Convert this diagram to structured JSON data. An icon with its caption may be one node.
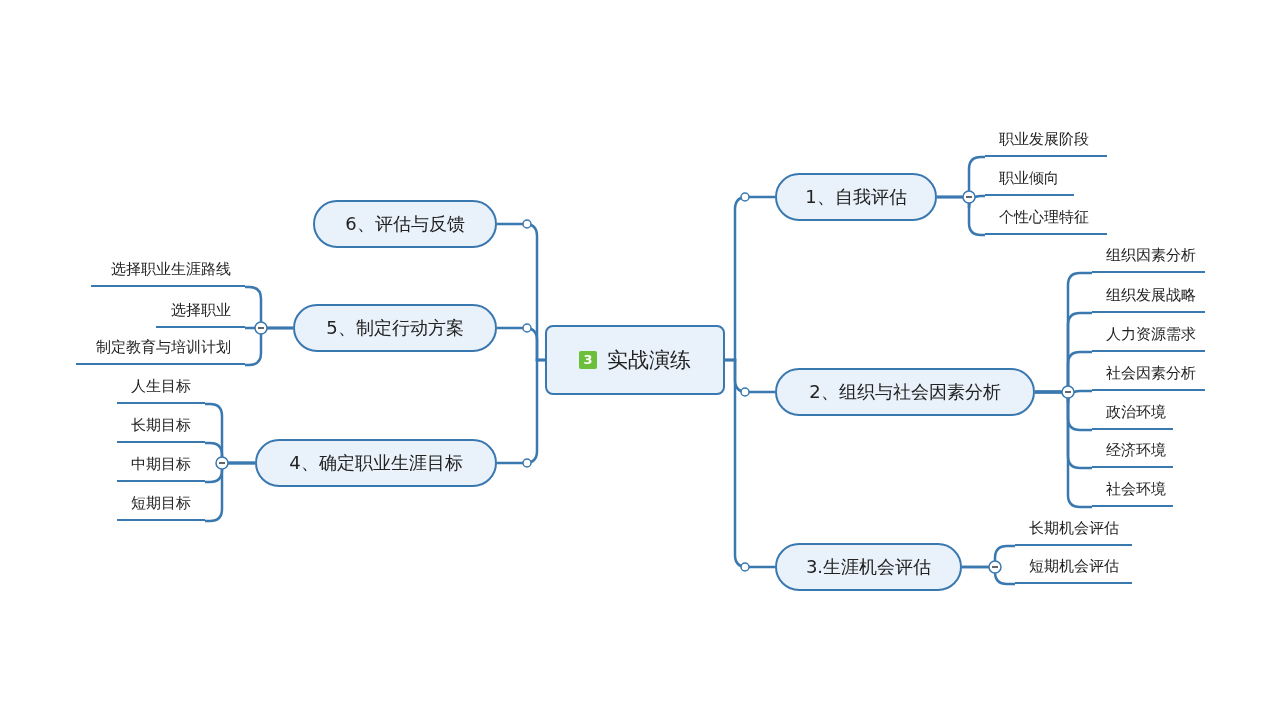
{
  "diagram": {
    "nodes": [
      {
        "text": [
          "3",
          "实战演练"
        ]
      },
      {
        "text": [
          "1、自我评估"
        ]
      },
      {
        "text": [
          "2、组织与社会因素分析"
        ]
      },
      {
        "text": [
          "3.生涯机会评估"
        ]
      },
      {
        "text": [
          "4、确定职业生涯目标"
        ]
      },
      {
        "text": [
          "5、制定行动方案"
        ]
      },
      {
        "text": [
          "6、评估与反馈"
        ]
      },
      {
        "text": [
          "职业发展阶段"
        ]
      },
      {
        "text": [
          "职业倾向"
        ]
      },
      {
        "text": [
          "个性心理特征"
        ]
      },
      {
        "text": [
          "组织因素分析"
        ]
      },
      {
        "text": [
          "组织发展战略"
        ]
      },
      {
        "text": [
          "人力资源需求"
        ]
      },
      {
        "text": [
          "社会因素分析"
        ]
      },
      {
        "text": [
          "政治环境"
        ]
      },
      {
        "text": [
          "经济环境"
        ]
      },
      {
        "text": [
          "社会环境"
        ]
      },
      {
        "text": [
          "长期机会评估"
        ]
      },
      {
        "text": [
          "短期机会评估"
        ]
      },
      {
        "text": [
          "人生目标"
        ]
      },
      {
        "text": [
          "长期目标"
        ]
      },
      {
        "text": [
          "中期目标"
        ]
      },
      {
        "text": [
          "短期目标"
        ]
      },
      {
        "text": [
          "选择职业生涯路线"
        ]
      },
      {
        "text": [
          "选择职业"
        ]
      },
      {
        "text": [
          "制定教育与培训计划"
        ]
      }
    ],
    "edges": [
      {
        "from": 0,
        "to": 1,
        "arrow": "none"
      },
      {
        "from": 0,
        "to": 2,
        "arrow": "none"
      },
      {
        "from": 0,
        "to": 3,
        "arrow": "none"
      },
      {
        "from": 0,
        "to": 4,
        "arrow": "none"
      },
      {
        "from": 0,
        "to": 5,
        "arrow": "none"
      },
      {
        "from": 0,
        "to": 6,
        "arrow": "none"
      },
      {
        "from": 1,
        "to": 7,
        "arrow": "none"
      },
      {
        "from": 1,
        "to": 8,
        "arrow": "none"
      },
      {
        "from": 1,
        "to": 9,
        "arrow": "none"
      },
      {
        "from": 2,
        "to": 10,
        "arrow": "none"
      },
      {
        "from": 2,
        "to": 11,
        "arrow": "none"
      },
      {
        "from": 2,
        "to": 12,
        "arrow": "none"
      },
      {
        "from": 2,
        "to": 13,
        "arrow": "none"
      },
      {
        "from": 2,
        "to": 14,
        "arrow": "none"
      },
      {
        "from": 2,
        "to": 15,
        "arrow": "none"
      },
      {
        "from": 2,
        "to": 16,
        "arrow": "none"
      },
      {
        "from": 3,
        "to": 17,
        "arrow": "none"
      },
      {
        "from": 3,
        "to": 18,
        "arrow": "none"
      },
      {
        "from": 4,
        "to": 19,
        "arrow": "none"
      },
      {
        "from": 4,
        "to": 20,
        "arrow": "none"
      },
      {
        "from": 4,
        "to": 21,
        "arrow": "none"
      },
      {
        "from": 4,
        "to": 22,
        "arrow": "none"
      },
      {
        "from": 5,
        "to": 23,
        "arrow": "none"
      },
      {
        "from": 5,
        "to": 24,
        "arrow": "none"
      },
      {
        "from": 5,
        "to": 25,
        "arrow": "none"
      }
    ]
  }
}
